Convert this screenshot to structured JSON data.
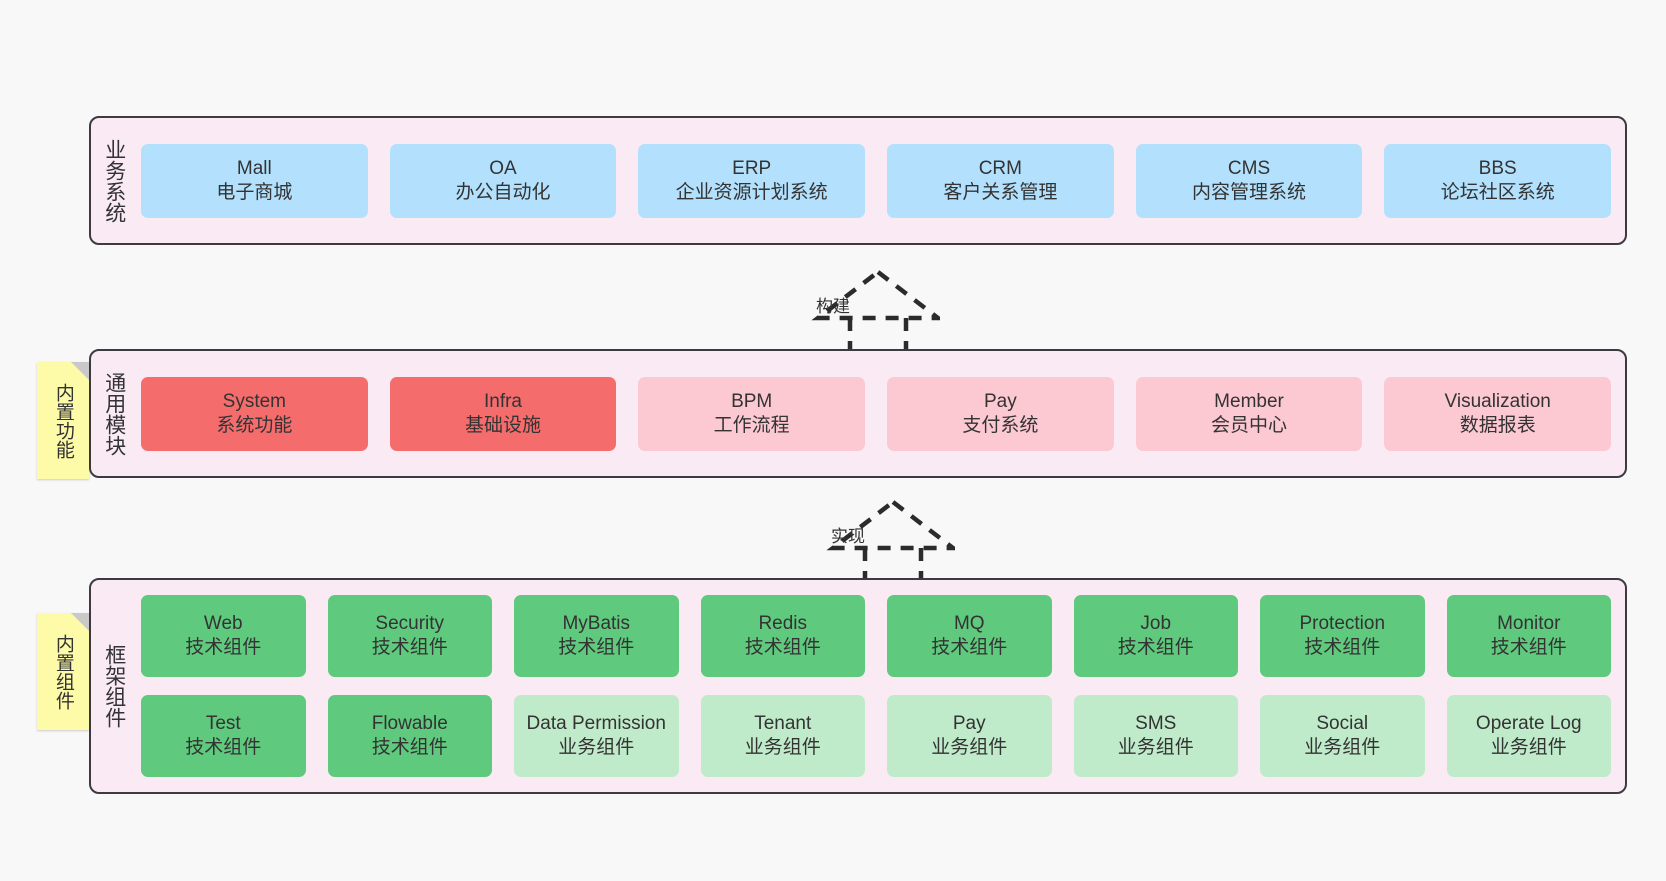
{
  "diagram": {
    "title": "",
    "colors": {
      "panel_bg": "#f9eaf4",
      "panel_border": "#3d3b41",
      "business": "#b3e0fc",
      "module_active": "#f56c6c",
      "module_plain": "#fcc9d3",
      "component_tech": "#5fc97d",
      "component_biz": "#c0ebca",
      "note_bg": "#fdfaa8",
      "note_fold": "#c9c9c9",
      "canvas_bg": "#f8f8f8"
    }
  },
  "layers": [
    {
      "id": "business-system",
      "title": "业务系统",
      "note": null,
      "rows": [
        {
          "cells": [
            {
              "en": "Mall",
              "cn": "电子商城",
              "color": "c-blue"
            },
            {
              "en": "OA",
              "cn": "办公自动化",
              "color": "c-blue"
            },
            {
              "en": "ERP",
              "cn": "企业资源计划系统",
              "color": "c-blue"
            },
            {
              "en": "CRM",
              "cn": "客户关系管理",
              "color": "c-blue"
            },
            {
              "en": "CMS",
              "cn": "内容管理系统",
              "color": "c-blue"
            },
            {
              "en": "BBS",
              "cn": "论坛社区系统",
              "color": "c-blue"
            }
          ]
        }
      ]
    },
    {
      "id": "common-module",
      "title": "通用模块",
      "note": "内置功能",
      "rows": [
        {
          "cells": [
            {
              "en": "System",
              "cn": "系统功能",
              "color": "c-red"
            },
            {
              "en": "Infra",
              "cn": "基础设施",
              "color": "c-red"
            },
            {
              "en": "BPM",
              "cn": "工作流程",
              "color": "c-pink"
            },
            {
              "en": "Pay",
              "cn": "支付系统",
              "color": "c-pink"
            },
            {
              "en": "Member",
              "cn": "会员中心",
              "color": "c-pink"
            },
            {
              "en": "Visualization",
              "cn": "数据报表",
              "color": "c-pink"
            }
          ]
        }
      ]
    },
    {
      "id": "framework-component",
      "title": "框架组件",
      "note": "内置组件",
      "rows": [
        {
          "cells": [
            {
              "en": "Web",
              "cn": "技术组件",
              "color": "c-green"
            },
            {
              "en": "Security",
              "cn": "技术组件",
              "color": "c-green"
            },
            {
              "en": "MyBatis",
              "cn": "技术组件",
              "color": "c-green"
            },
            {
              "en": "Redis",
              "cn": "技术组件",
              "color": "c-green"
            },
            {
              "en": "MQ",
              "cn": "技术组件",
              "color": "c-green"
            },
            {
              "en": "Job",
              "cn": "技术组件",
              "color": "c-green"
            },
            {
              "en": "Protection",
              "cn": "技术组件",
              "color": "c-green"
            },
            {
              "en": "Monitor",
              "cn": "技术组件",
              "color": "c-green"
            }
          ]
        },
        {
          "cells": [
            {
              "en": "Test",
              "cn": "技术组件",
              "color": "c-green"
            },
            {
              "en": "Flowable",
              "cn": "技术组件",
              "color": "c-green"
            },
            {
              "en": "Data Permission",
              "cn": "业务组件",
              "color": "c-green-light"
            },
            {
              "en": "Tenant",
              "cn": "业务组件",
              "color": "c-green-light"
            },
            {
              "en": "Pay",
              "cn": "业务组件",
              "color": "c-green-light"
            },
            {
              "en": "SMS",
              "cn": "业务组件",
              "color": "c-green-light"
            },
            {
              "en": "Social",
              "cn": "业务组件",
              "color": "c-green-light"
            },
            {
              "en": "Operate Log",
              "cn": "业务组件",
              "color": "c-green-light"
            }
          ]
        }
      ]
    }
  ],
  "connectors": [
    {
      "id": "build",
      "label": "构建",
      "style": "dashed-generalization"
    },
    {
      "id": "implement",
      "label": "实现",
      "style": "dashed-generalization"
    }
  ]
}
